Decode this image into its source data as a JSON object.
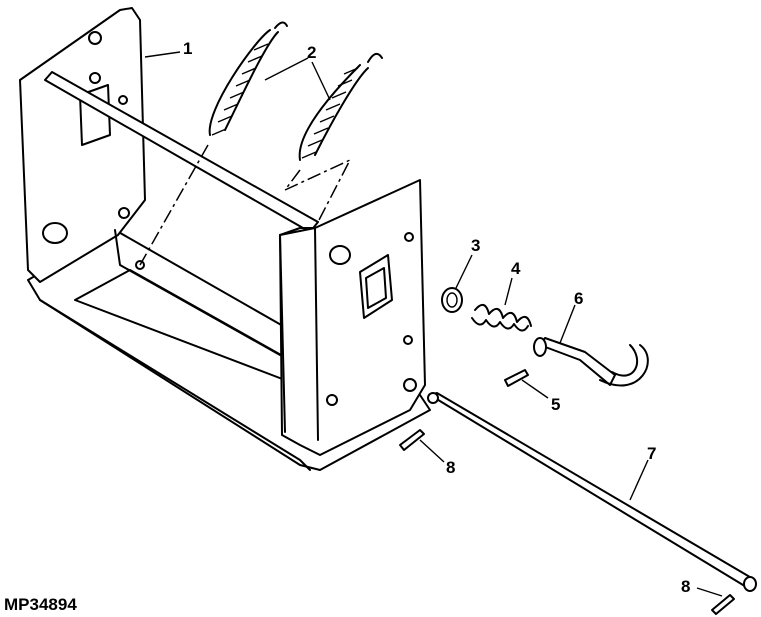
{
  "figure": {
    "id": "MP34894",
    "callouts": {
      "c1": "1",
      "c2": "2",
      "c3": "3",
      "c4": "4",
      "c5": "5",
      "c6": "6",
      "c7": "7",
      "c8a": "8",
      "c8b": "8"
    }
  }
}
